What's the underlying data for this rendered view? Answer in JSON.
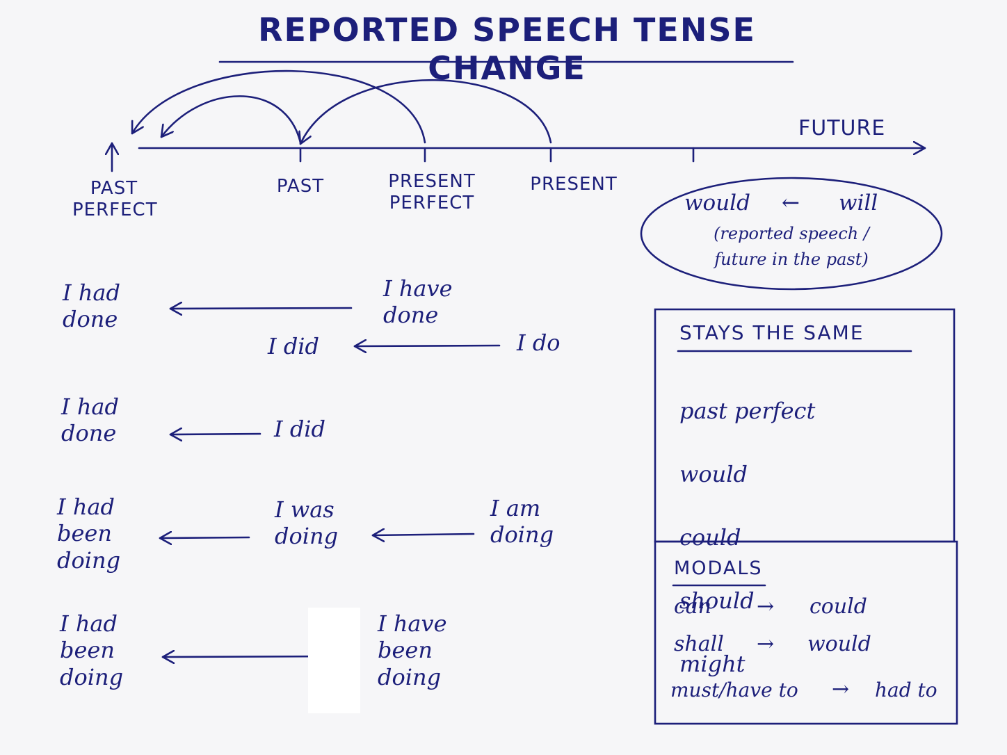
{
  "title": "REPORTED SPEECH TENSE CHANGE",
  "timeline": {
    "future_label": "FUTURE",
    "past_perfect_label": "PAST\nPERFECT",
    "past_label": "PAST",
    "present_perfect_label": "PRESENT\nPERFECT",
    "present_label": "PRESENT"
  },
  "future_note": {
    "would": "would",
    "arrow": "←",
    "will": "will",
    "caption": "(reported speech /\nfuture in the past)"
  },
  "shifts": {
    "row1_left": "I had\ndone",
    "row1_right": "I have\ndone",
    "row2_left": "I did",
    "row2_right": "I do",
    "row3_left": "I had\ndone",
    "row3_right": "I did",
    "row4_left": "I had\nbeen\ndoing",
    "row4_mid": "I was\ndoing",
    "row4_right": "I am\ndoing",
    "row5_left": "I had\nbeen\ndoing",
    "row5_right": "I have\nbeen\ndoing"
  },
  "stays_the_same": {
    "heading": "STAYS THE SAME",
    "items": [
      "past perfect",
      "would",
      "could",
      "should",
      "might"
    ]
  },
  "modals": {
    "heading": "MODALS",
    "rows": [
      {
        "from": "can",
        "arrow": "→",
        "to": "could"
      },
      {
        "from": "shall",
        "arrow": "→",
        "to": "would"
      },
      {
        "from": "must/have to",
        "arrow": "→",
        "to": "had to"
      }
    ]
  },
  "colors": {
    "ink": "#1c1f7a",
    "paper": "#f6f6f8"
  }
}
